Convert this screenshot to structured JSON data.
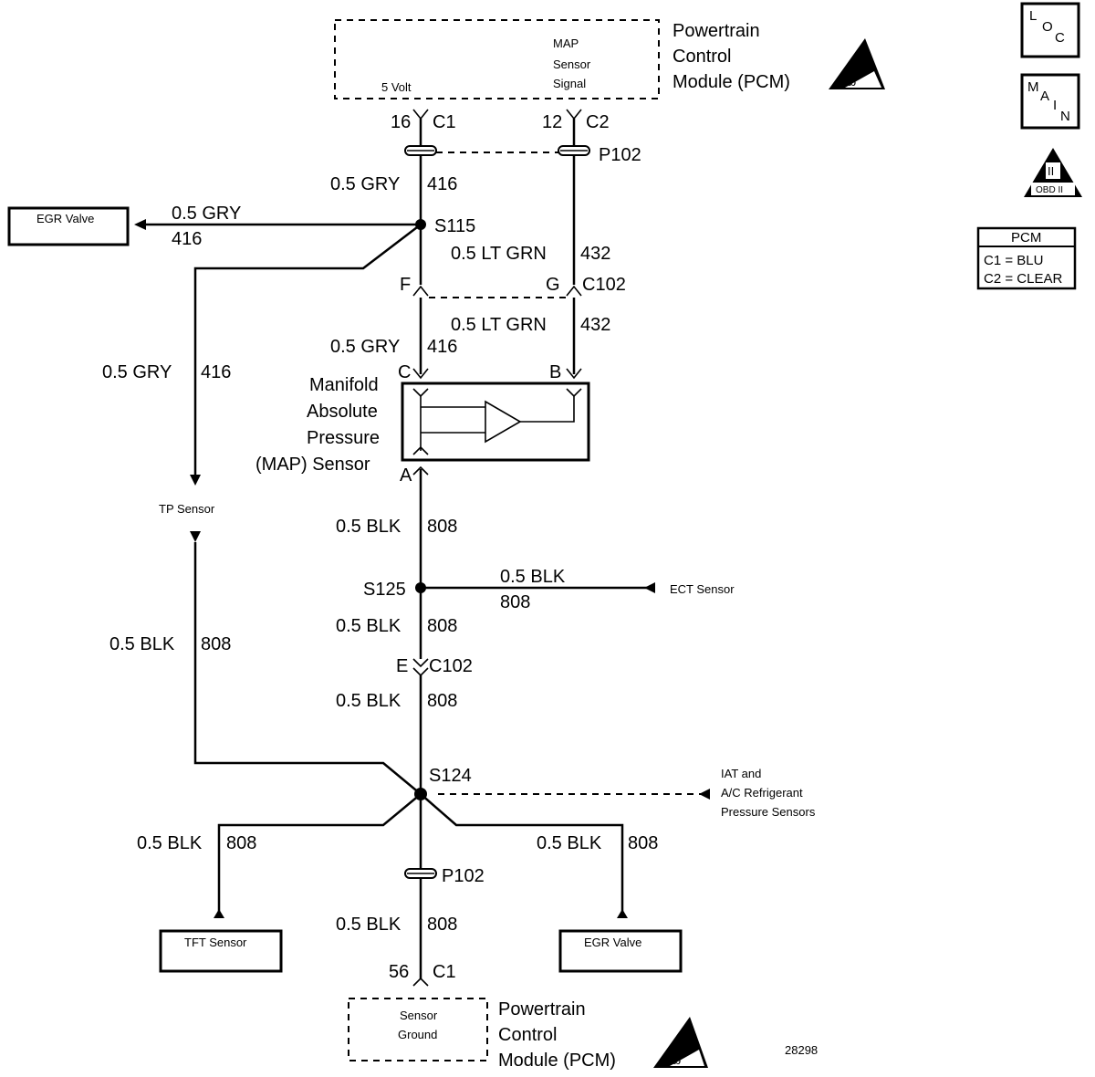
{
  "pcm_top": {
    "title1": "Powertrain",
    "title2": "Control",
    "title3": "Module (PCM)",
    "v5": "5 Volt",
    "map1": "MAP",
    "map2": "Sensor",
    "map3": "Signal"
  },
  "pins_top": {
    "p16": "16",
    "c1": "C1",
    "p12": "12",
    "c2": "C2",
    "p102": "P102"
  },
  "wires": {
    "w1": "0.5 GRY",
    "n1": "416",
    "egr_left_gauge": "0.5 GRY",
    "egr_left_num": "416",
    "s115": "S115",
    "w2": "0.5 LT GRN",
    "n2": "432",
    "f": "F",
    "g": "G",
    "c102a": "C102",
    "w3": "0.5 LT GRN",
    "n3": "432",
    "w4": "0.5 GRY",
    "n4": "416",
    "tp_w": "0.5 GRY",
    "tp_n": "416",
    "c": "C",
    "b": "B",
    "a": "A",
    "w5": "0.5 BLK",
    "n5": "808",
    "s125": "S125",
    "ect_w": "0.5 BLK",
    "ect_n": "808",
    "w6": "0.5 BLK",
    "n6": "808",
    "e": "E",
    "c102b": "C102",
    "w7": "0.5 BLK",
    "n7": "808",
    "tp_blk_w": "0.5 BLK",
    "tp_blk_n": "808",
    "s124": "S124",
    "tft_w": "0.5 BLK",
    "tft_n": "808",
    "egr2_w": "0.5 BLK",
    "egr2_n": "808",
    "p102b": "P102",
    "w8": "0.5 BLK",
    "n8": "808",
    "p56": "56",
    "c1b": "C1"
  },
  "components": {
    "egr_left": "EGR Valve",
    "tp_sensor": "TP Sensor",
    "map1": "Manifold",
    "map2": "Absolute",
    "map3": "Pressure",
    "map4": "(MAP) Sensor",
    "ect": "ECT Sensor",
    "iat1": "IAT and",
    "iat2": "A/C Refrigerant",
    "iat3": "Pressure Sensors",
    "tft": "TFT Sensor",
    "egr_right": "EGR Valve"
  },
  "pcm_bottom": {
    "sg1": "Sensor",
    "sg2": "Ground",
    "title1": "Powertrain",
    "title2": "Control",
    "title3": "Module (PCM)"
  },
  "legend": {
    "loc": [
      "L",
      "O",
      "C"
    ],
    "main": [
      "M",
      "A",
      "I",
      "N"
    ],
    "obd": "OBD II",
    "pcm": "PCM",
    "c1": "C1 = BLU",
    "c2": "C2 = CLEAR"
  },
  "fig_number": "28298"
}
